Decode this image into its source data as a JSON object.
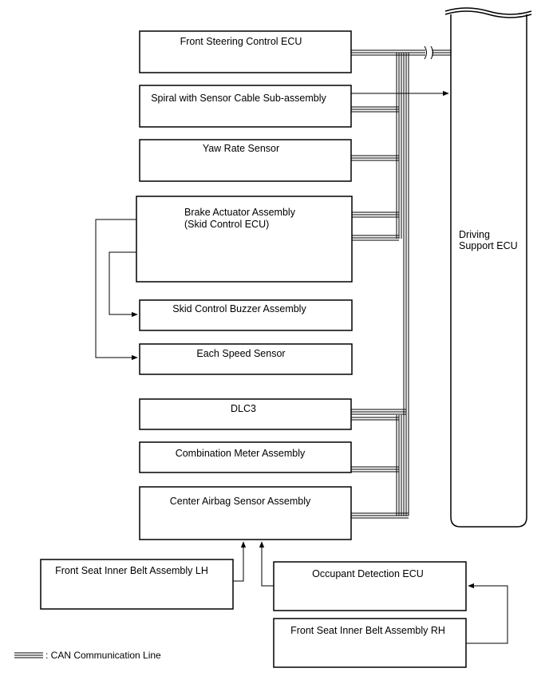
{
  "components": {
    "front_steering": "Front Steering Control ECU",
    "spiral_cable": "Spiral with Sensor Cable Sub-assembly",
    "yaw_rate": "Yaw Rate Sensor",
    "brake_actuator_line1": "Brake Actuator Assembly",
    "brake_actuator_line2": "(Skid Control ECU)",
    "buzzer": "Skid Control Buzzer Assembly",
    "speed_sensor": "Each Speed Sensor",
    "dlc3": "DLC3",
    "combination_meter": "Combination Meter Assembly",
    "center_airbag": "Center Airbag Sensor Assembly",
    "belt_lh": "Front Seat Inner Belt Assembly LH",
    "occupant_ecu": "Occupant Detection ECU",
    "belt_rh": "Front Seat Inner Belt Assembly RH",
    "driving_support_line1": "Driving",
    "driving_support_line2": "Support ECU"
  },
  "legend": {
    "label": ": CAN Communication Line"
  }
}
